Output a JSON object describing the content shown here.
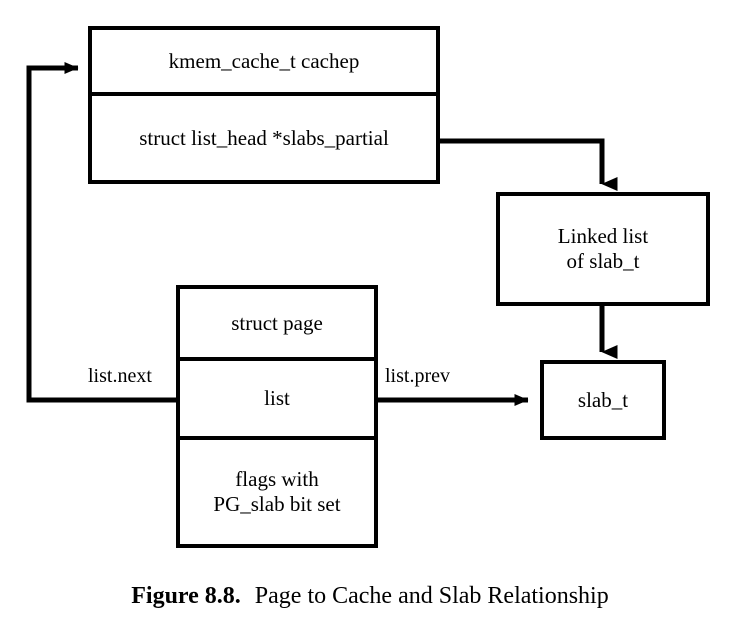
{
  "figure": {
    "caption_prefix": "Figure 8.8.",
    "caption_text": "Page to Cache and Slab Relationship",
    "background_color": "#ffffff",
    "stroke_color": "#000000",
    "text_color": "#000000"
  },
  "nodes": {
    "cachep": {
      "name": "kmem_cache_t structure",
      "cells": [
        {
          "label": "kmem_cache_t cachep"
        },
        {
          "label": "struct list_head *slabs_partial"
        }
      ]
    },
    "linked_list": {
      "name": "linked list of slab_t",
      "label": "Linked list\nof slab_t",
      "line1": "Linked list",
      "line2": "of slab_t"
    },
    "slab_t": {
      "name": "slab_t structure",
      "label": "slab_t"
    },
    "page": {
      "name": "struct page structure",
      "cells": [
        {
          "label": "struct page"
        },
        {
          "label": "list"
        },
        {
          "label": "flags with\nPG_slab bit set",
          "line1": "flags with",
          "line2": "PG_slab bit set"
        }
      ]
    }
  },
  "edges": [
    {
      "id": "slabs-partial-to-linked-list",
      "name": "slabs-partial-to-linked-list-arrow",
      "from": "cachep.slabs_partial",
      "to": "linked_list",
      "label": ""
    },
    {
      "id": "linked-list-to-slab-t",
      "name": "linked-list-to-slab-t-arrow",
      "from": "linked_list",
      "to": "slab_t",
      "label": ""
    },
    {
      "id": "list-prev-to-slab-t",
      "name": "list-prev-to-slab-t-arrow",
      "from": "page.list",
      "to": "slab_t",
      "label": "list.prev"
    },
    {
      "id": "list-next-to-cachep",
      "name": "list-next-to-cachep-arrow",
      "from": "page.list",
      "to": "cachep",
      "label": "list.next"
    }
  ],
  "edge_labels": {
    "list_next": "list.next",
    "list_prev": "list.prev"
  }
}
